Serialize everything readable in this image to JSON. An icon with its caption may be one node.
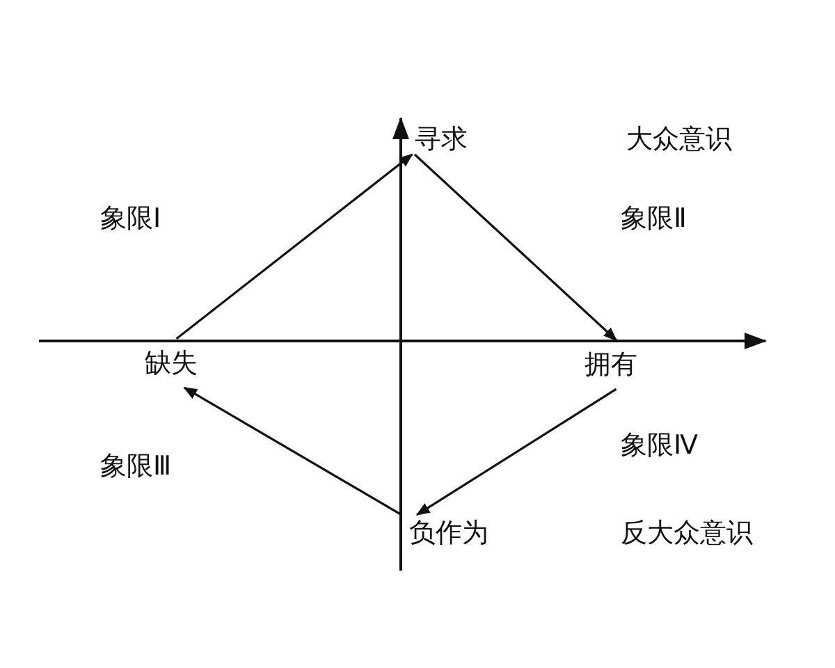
{
  "diagram": {
    "nodes": [
      {
        "text": [
          "缺失"
        ]
      },
      {
        "text": [
          "寻求"
        ]
      },
      {
        "text": [
          "拥有"
        ]
      },
      {
        "text": [
          "负作为"
        ]
      }
    ],
    "edges": [
      {
        "from": 0,
        "to": 1,
        "arrow": "to"
      },
      {
        "from": 1,
        "to": 2,
        "arrow": "to"
      },
      {
        "from": 2,
        "to": 3,
        "arrow": "to"
      },
      {
        "from": 3,
        "to": 0,
        "arrow": "to"
      }
    ],
    "labels": [
      "大众意识",
      "象限Ⅰ",
      "象限Ⅱ",
      "象限Ⅲ",
      "象限Ⅳ",
      "反大众意识"
    ]
  }
}
